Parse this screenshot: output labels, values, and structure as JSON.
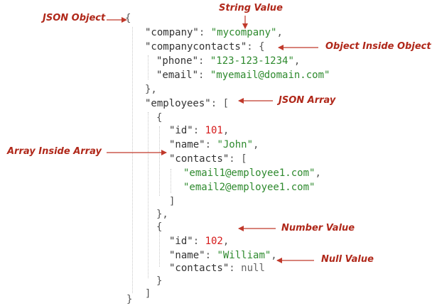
{
  "labels": {
    "json_object": "JSON Object",
    "string_value": "String Value",
    "object_inside_object": "Object Inside Object",
    "json_array": "JSON Array",
    "array_inside_array": "Array Inside Array",
    "number_value": "Number Value",
    "null_value": "Null Value"
  },
  "code": {
    "l01": "{",
    "l02_key": "\"company\"",
    "l02_colon": ": ",
    "l02_val": "\"mycompany\"",
    "l02_tail": ",",
    "l03_key": "\"companycontacts\"",
    "l03_tail": ": {",
    "l04_key": "\"phone\"",
    "l04_colon": ": ",
    "l04_val": "\"123-123-1234\"",
    "l04_tail": ",",
    "l05_key": "\"email\"",
    "l05_colon": ": ",
    "l05_val": "\"myemail@domain.com\"",
    "l06": "},",
    "l07_key": "\"employees\"",
    "l07_tail": ": [",
    "l08": "{",
    "l09_key": "\"id\"",
    "l09_colon": ": ",
    "l09_val": "101",
    "l09_tail": ",",
    "l10_key": "\"name\"",
    "l10_colon": ": ",
    "l10_val": "\"John\"",
    "l10_tail": ",",
    "l11_key": "\"contacts\"",
    "l11_tail": ": [",
    "l12_val": "\"email1@employee1.com\"",
    "l12_tail": ",",
    "l13_val": "\"email2@employee1.com\"",
    "l14": "]",
    "l15": "},",
    "l16": "{",
    "l17_key": "\"id\"",
    "l17_colon": ": ",
    "l17_val": "102",
    "l17_tail": ",",
    "l18_key": "\"name\"",
    "l18_colon": ": ",
    "l18_val": "\"William\"",
    "l18_tail": ",",
    "l19_key": "\"contacts\"",
    "l19_colon": ": ",
    "l19_val": "null",
    "l20": "}",
    "l21": "]",
    "l22": "}"
  },
  "colors": {
    "label": "#b0281a",
    "arrow": "#c0392b",
    "string": "#2e8a2e",
    "number": "#d61a1a",
    "null": "#666666",
    "guide": "#c8c8c8"
  }
}
